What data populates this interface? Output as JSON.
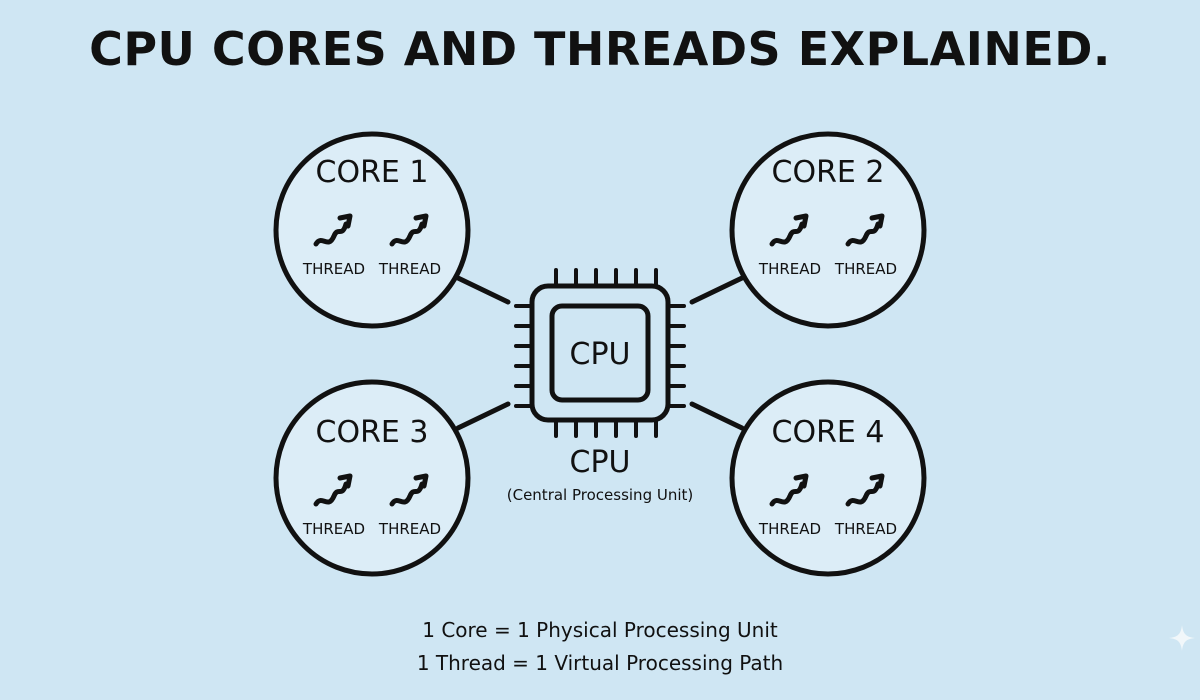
{
  "title": "CPU CORES AND THREADS EXPLAINED.",
  "cores": [
    {
      "label": "CORE 1",
      "threads": [
        "THREAD",
        "THREAD"
      ]
    },
    {
      "label": "CORE 2",
      "threads": [
        "THREAD",
        "THREAD"
      ]
    },
    {
      "label": "CORE 3",
      "threads": [
        "THREAD",
        "THREAD"
      ]
    },
    {
      "label": "CORE 4",
      "threads": [
        "THREAD",
        "THREAD"
      ]
    }
  ],
  "cpu": {
    "chip_label": "CPU",
    "caption": "CPU",
    "subcaption": "(Central Processing Unit)"
  },
  "footer": {
    "line1": "1 Core = 1 Physical Processing Unit",
    "line2": "1 Thread = 1 Virtual Processing Path"
  },
  "icons": {
    "thread": "squiggle-arrow-icon",
    "chip": "cpu-chip-icon",
    "corner": "sparkle-icon"
  },
  "colors": {
    "background": "#cfe6f3",
    "stroke": "#111111",
    "core_fill": "#dcedf7"
  }
}
